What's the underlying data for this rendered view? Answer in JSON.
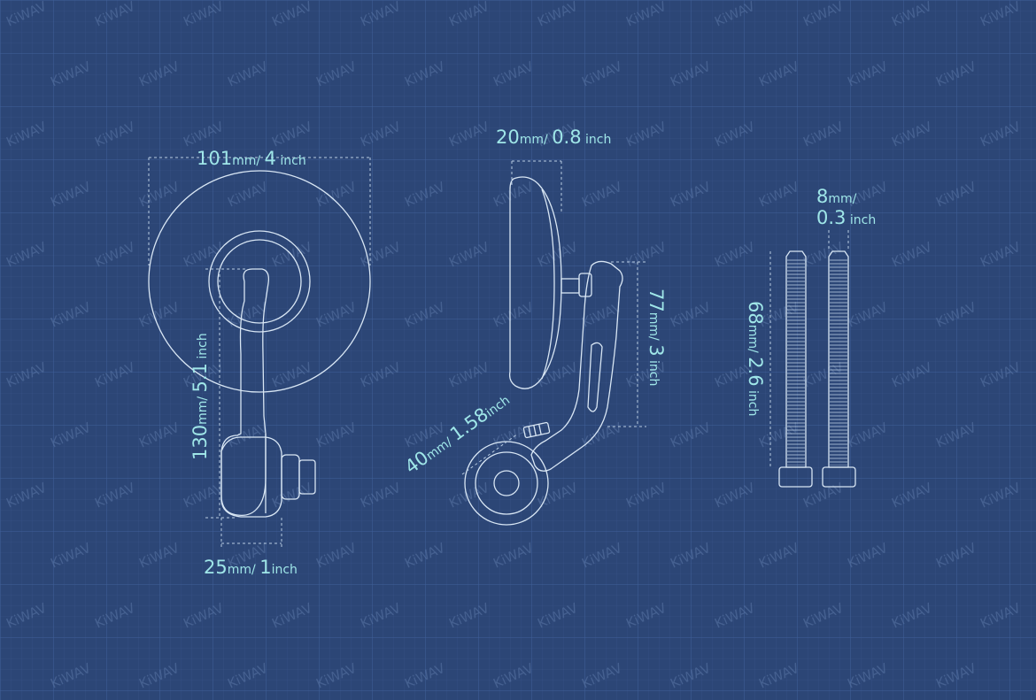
{
  "watermark": "KiWAV",
  "colors": {
    "background": "#2c4676",
    "dimension_text": "#9fe6e8",
    "line": "#d8e6f4"
  },
  "front_view": {
    "width": {
      "mm": "101",
      "mm_unit": "mm",
      "inch": "4",
      "inch_unit": "inch"
    },
    "height": {
      "mm": "130",
      "mm_unit": "mm",
      "inch": "5.1",
      "inch_unit": "inch"
    },
    "base": {
      "mm": "25",
      "mm_unit": "mm",
      "inch": "1",
      "inch_unit": "inch"
    }
  },
  "side_view": {
    "depth": {
      "mm": "20",
      "mm_unit": "mm",
      "inch": "0.8",
      "inch_unit": "inch"
    },
    "arm": {
      "mm": "77",
      "mm_unit": "mm",
      "inch": "3",
      "inch_unit": "inch"
    },
    "clamp": {
      "mm": "40",
      "mm_unit": "mm",
      "inch": "1.58",
      "inch_unit": "inch"
    }
  },
  "bolts": {
    "diameter": {
      "mm": "8",
      "mm_unit": "mm",
      "inch": "0.3",
      "inch_unit": "inch"
    },
    "length": {
      "mm": "68",
      "mm_unit": "mm",
      "inch": "2.6",
      "inch_unit": "inch"
    }
  }
}
